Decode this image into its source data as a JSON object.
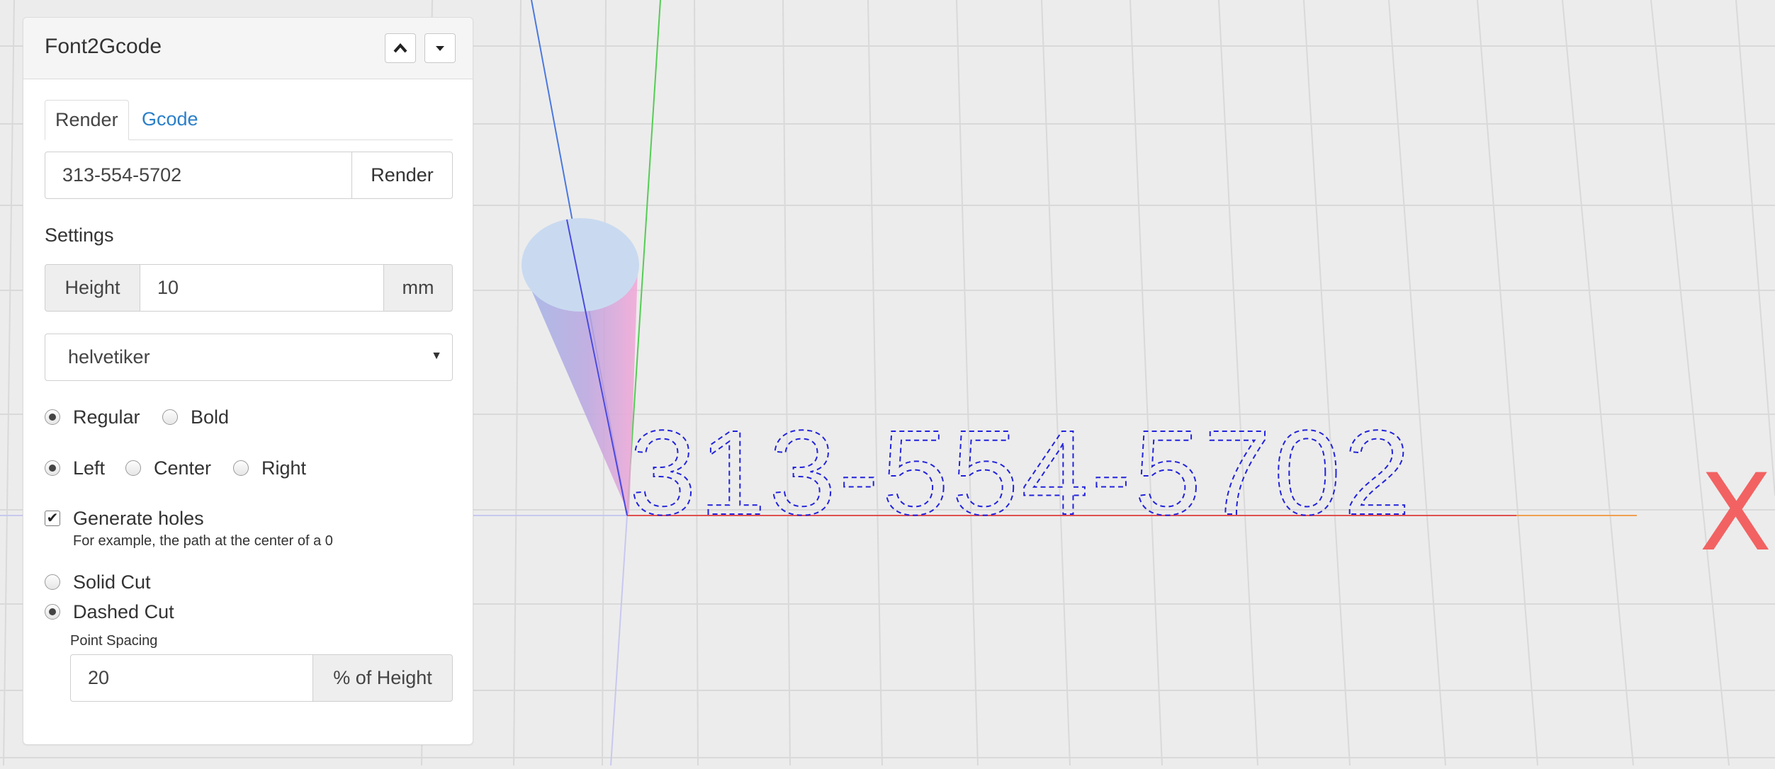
{
  "panel": {
    "title": "Font2Gcode",
    "collapse_icon": "chevron-up-icon",
    "menu_icon": "caret-down-icon"
  },
  "tabs": [
    {
      "label": "Render",
      "active": true
    },
    {
      "label": "Gcode",
      "active": false
    }
  ],
  "text_input": {
    "value": "313-554-5702"
  },
  "render_button": {
    "label": "Render"
  },
  "settings": {
    "heading": "Settings",
    "height": {
      "label": "Height",
      "value": "10",
      "unit": "mm"
    },
    "font": {
      "selected": "helvetiker"
    },
    "weight": {
      "options": [
        {
          "label": "Regular",
          "checked": true
        },
        {
          "label": "Bold",
          "checked": false
        }
      ]
    },
    "align": {
      "options": [
        {
          "label": "Left",
          "checked": true
        },
        {
          "label": "Center",
          "checked": false
        },
        {
          "label": "Right",
          "checked": false
        }
      ]
    },
    "holes": {
      "label": "Generate holes",
      "checked": true,
      "hint": "For example, the path at the center of a 0"
    },
    "cut": {
      "options": [
        {
          "label": "Solid Cut",
          "checked": false
        },
        {
          "label": "Dashed Cut",
          "checked": true
        }
      ]
    },
    "point_spacing": {
      "label": "Point Spacing",
      "value": "20",
      "unit": "% of Height"
    }
  },
  "viewport": {
    "rendered_text": "313-554-5702",
    "axis_label": "X",
    "colors": {
      "background": "#ececec",
      "grid": "#d9d9d9",
      "x_axis": "#e05050",
      "y_axis": "#55cc55",
      "z_axis": "#4a78e0",
      "text_path": "#2222dd",
      "axis_marker": "#f26262"
    }
  }
}
